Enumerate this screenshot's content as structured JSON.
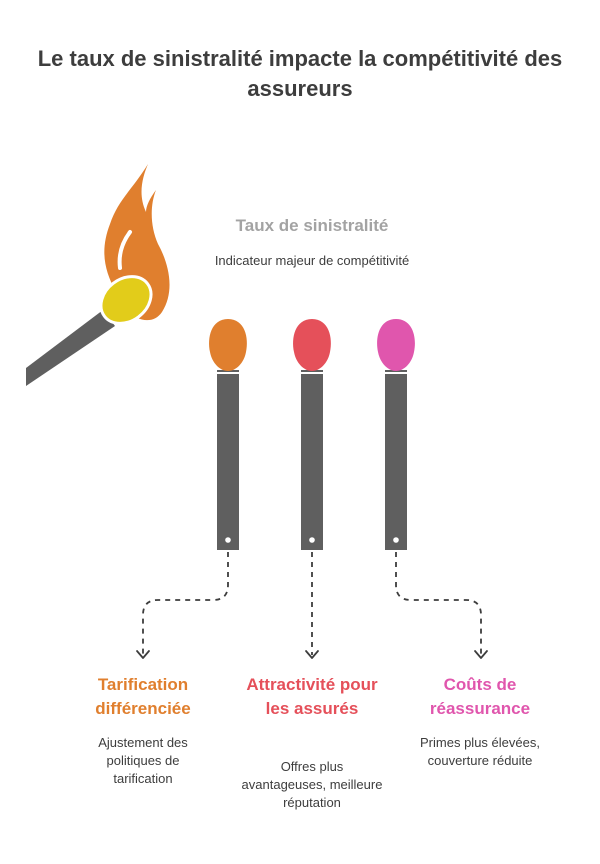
{
  "title": "Le taux de sinistralité impacte la compétitivité des assureurs",
  "center": {
    "title": "Taux de sinistralité",
    "description": "Indicateur majeur de compétitivité"
  },
  "items": [
    {
      "label": "Tarification différenciée",
      "description": "Ajustement des politiques de tarification",
      "color": "#e07f2e"
    },
    {
      "label": "Attractivité pour les assurés",
      "description": "Offres plus avantageuses, meilleure réputation",
      "color": "#e5505a"
    },
    {
      "label": "Coûts de réassurance",
      "description": "Primes plus élevées, couverture réduite",
      "color": "#e056ad"
    }
  ],
  "colors": {
    "flame": "#e07f2e",
    "match_head_lit": "#e2cc1a",
    "match_stick": "#5f5f5f",
    "title_text": "#3d3d3d",
    "subtitle_text": "#a3a3a3"
  },
  "icons": [
    "lit-match-icon",
    "matchstick-icon"
  ]
}
